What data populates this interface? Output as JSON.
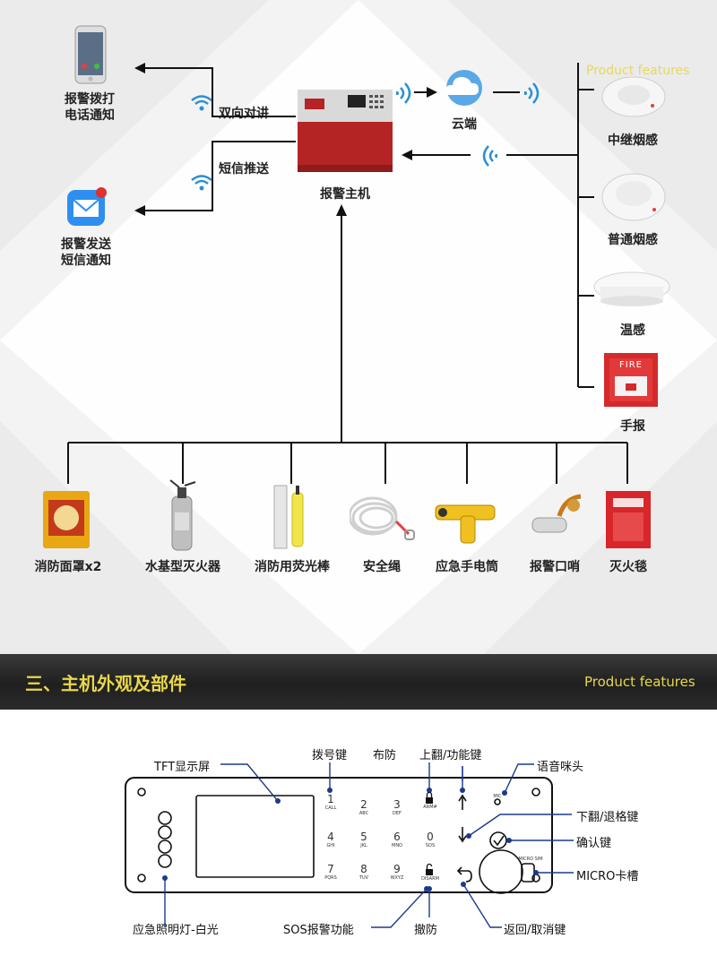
{
  "watermark": "Product features",
  "diagram": {
    "phone_label_line1": "报警拨打",
    "phone_label_line2": "电话通知",
    "sms_label_line1": "报警发送",
    "sms_label_line2": "短信通知",
    "intercom_label": "双向对讲",
    "sms_push_label": "短信推送",
    "host_label": "报警主机",
    "cloud_label": "云端",
    "sensors": [
      "中继烟感",
      "普通烟感",
      "温感",
      "手报"
    ],
    "fire_text": "FIRE",
    "equipment": [
      "消防面罩x2",
      "水基型灭火器",
      "消防用荧光棒",
      "安全绳",
      "应急手电筒",
      "报警口哨",
      "灭火毯"
    ]
  },
  "section": {
    "title": "三、主机外观及部件",
    "subtitle": "Product features"
  },
  "panel": {
    "callouts": {
      "tft": "TFT显示屏",
      "dial": "拨号键",
      "arm": "布防",
      "up": "上翻/功能键",
      "mic": "语音咪头",
      "down": "下翻/退格键",
      "ok": "确认键",
      "micro": "MICRO卡槽",
      "light": "应急照明灯-白光",
      "sos": "SOS报警功能",
      "disarm": "撤防",
      "back": "返回/取消键"
    },
    "keys": [
      {
        "digit": "1",
        "sub": "CALL"
      },
      {
        "digit": "2",
        "sub": "ABC"
      },
      {
        "digit": "3",
        "sub": "DEF"
      },
      {
        "digit": "4",
        "sub": "GHI"
      },
      {
        "digit": "5",
        "sub": "JKL"
      },
      {
        "digit": "6",
        "sub": "MNO"
      },
      {
        "digit": "7",
        "sub": "PQRS"
      },
      {
        "digit": "8",
        "sub": "TUV"
      },
      {
        "digit": "9",
        "sub": "WXYZ"
      },
      {
        "digit": "0",
        "sub": "SOS"
      }
    ],
    "arm_sub": "ARM#",
    "disarm_sub": "DISARM",
    "mic_sub": "MIC",
    "micro_sim": "MICRO SIM"
  }
}
